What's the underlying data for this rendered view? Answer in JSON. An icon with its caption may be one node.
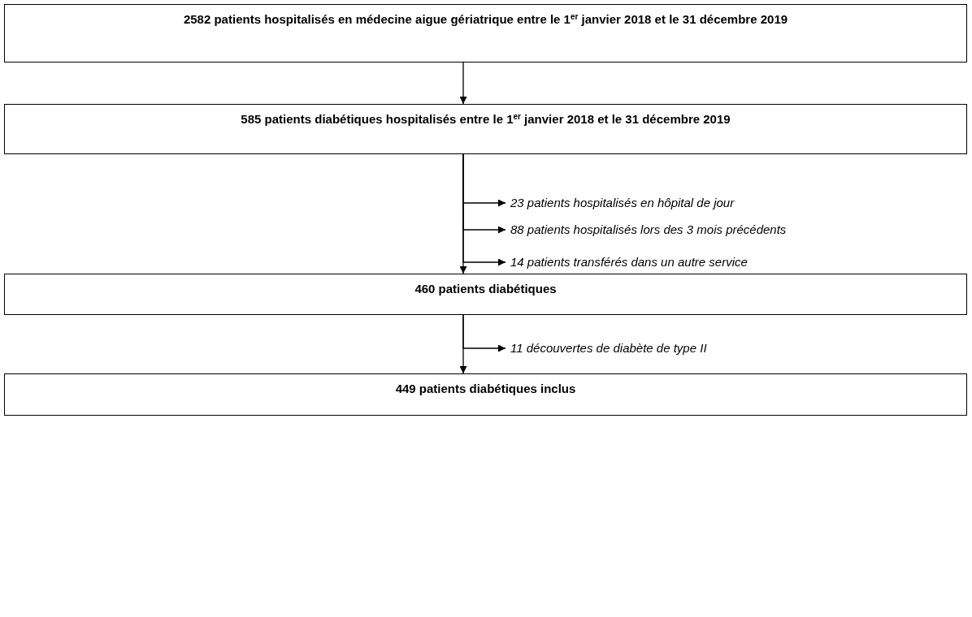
{
  "diagram": {
    "nodes": [
      {
        "text": [
          "2582 patients hospitalisés en médecine aigue gériatrique entre le 1$^{er}$ janvier 2018 et le 31 décembre 2019"
        ]
      },
      {
        "text": [
          "585 patients diabétiques hospitalisés entre le 1$^{er}$ janvier 2018 et le 31 décembre 2019"
        ]
      },
      {
        "text": [
          "23 patients hospitalisés en hôpital de jour"
        ]
      },
      {
        "text": [
          "88 patients hospitalisés lors des 3 mois précédents"
        ]
      },
      {
        "text": [
          "14 patients transférés dans un autre service"
        ]
      },
      {
        "text": [
          "460 patients diabétiques"
        ]
      },
      {
        "text": [
          "11 découvertes de diabète de type II"
        ]
      },
      {
        "text": [
          "449 patients diabétiques inclus"
        ]
      }
    ],
    "edges": [
      {
        "from": 0,
        "to": 1,
        "arrow": "to"
      },
      {
        "from": 1,
        "to": 2,
        "arrow": "to"
      },
      {
        "from": 1,
        "to": 3,
        "arrow": "to"
      },
      {
        "from": 1,
        "to": 4,
        "arrow": "to"
      },
      {
        "from": 1,
        "to": 5,
        "arrow": "to"
      },
      {
        "from": 5,
        "to": 6,
        "arrow": "to"
      },
      {
        "from": 5,
        "to": 7,
        "arrow": "to"
      }
    ]
  }
}
